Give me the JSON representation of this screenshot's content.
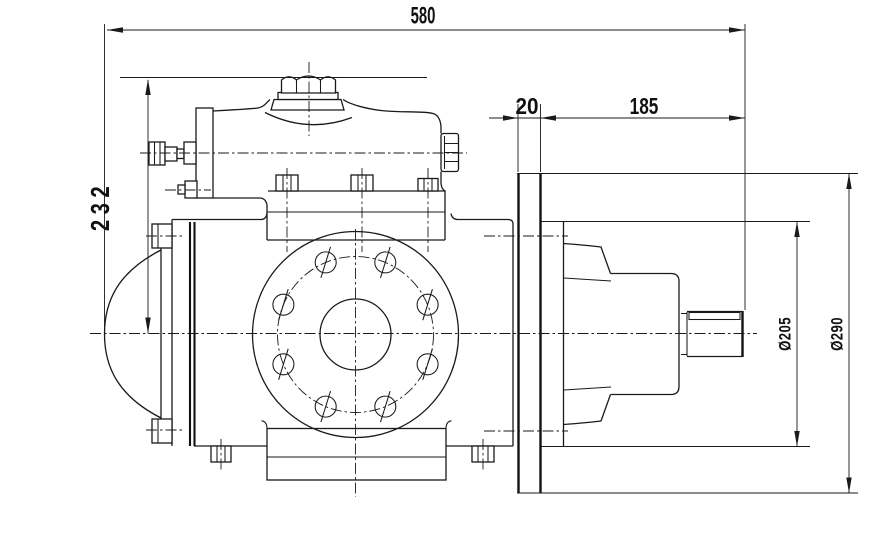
{
  "drawing": {
    "kind": "engineering-cad-drawing",
    "subject": "screw pump assembly - side elevation with drive-end view",
    "background_color": "#ffffff",
    "line_color": "#1a1a1a"
  },
  "dimensions": {
    "overall_length": "580",
    "center_to_top_height": "232",
    "adapter_plate_thickness": "20",
    "drive_end_length": "185",
    "spigot_diameter": "Ø205",
    "adapter_plate_diameter": "Ø290"
  }
}
